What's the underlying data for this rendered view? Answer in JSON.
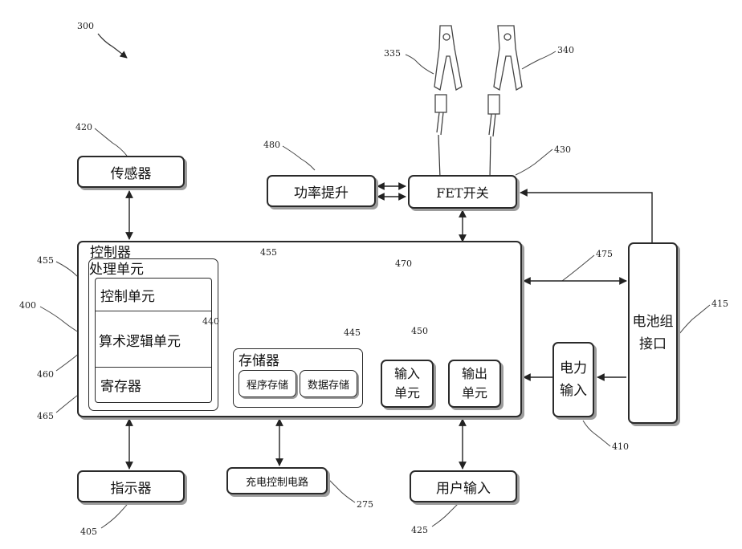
{
  "fig_number": "300",
  "blocks": {
    "sensor": "传感器",
    "power_boost": "功率提升",
    "fet_switch": "FET开关",
    "controller": "控制器",
    "processing_unit": "处理单元",
    "control_unit": "控制单元",
    "alu": "算术逻辑单元",
    "register": "寄存器",
    "memory": "存储器",
    "program_memory": "程序存储",
    "data_memory": "数据存储",
    "input_unit": "输入\n单元",
    "output_unit": "输出\n单元",
    "power_input": "电力\n输入",
    "battery_interface": "电池组\n接口",
    "indicator": "指示器",
    "charge_control": "充电控制电路",
    "user_input": "用户输入"
  },
  "refs": {
    "r335": "335",
    "r340": "340",
    "r420": "420",
    "r480": "480",
    "r430": "430",
    "r455a": "455",
    "r455b": "455",
    "r470": "470",
    "r475": "475",
    "r400": "400",
    "r415": "415",
    "r440": "440",
    "r445": "445",
    "r450": "450",
    "r460": "460",
    "r465": "465",
    "r410": "410",
    "r405": "405",
    "r275": "275",
    "r425": "425"
  }
}
